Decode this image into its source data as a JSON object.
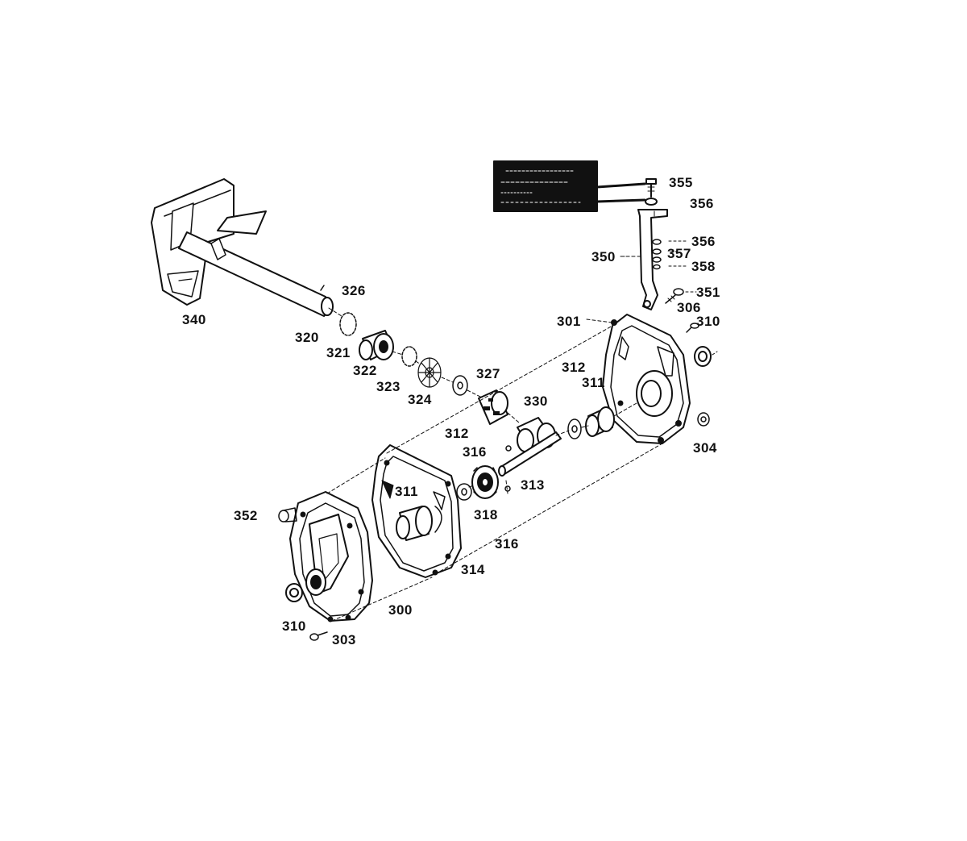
{
  "diagram": {
    "colors": {
      "line": "#111111",
      "background": "#ffffff",
      "decal": "#111111"
    },
    "labels": {
      "p355": "355",
      "p356a": "356",
      "p356b": "356",
      "p357": "357",
      "p358": "358",
      "p350": "350",
      "p351": "351",
      "p306": "306",
      "p310a": "310",
      "p301": "301",
      "p326": "326",
      "p340": "340",
      "p320": "320",
      "p321": "321",
      "p322": "322",
      "p323": "323",
      "p324": "324",
      "p327": "327",
      "p330": "330",
      "p312a": "312",
      "p311a": "311",
      "p304": "304",
      "p312b": "312",
      "p316a": "316",
      "p313": "313",
      "p311b": "311",
      "p318": "318",
      "p316b": "316",
      "p352": "352",
      "p314": "314",
      "p300": "300",
      "p310b": "310",
      "p303": "303"
    }
  }
}
